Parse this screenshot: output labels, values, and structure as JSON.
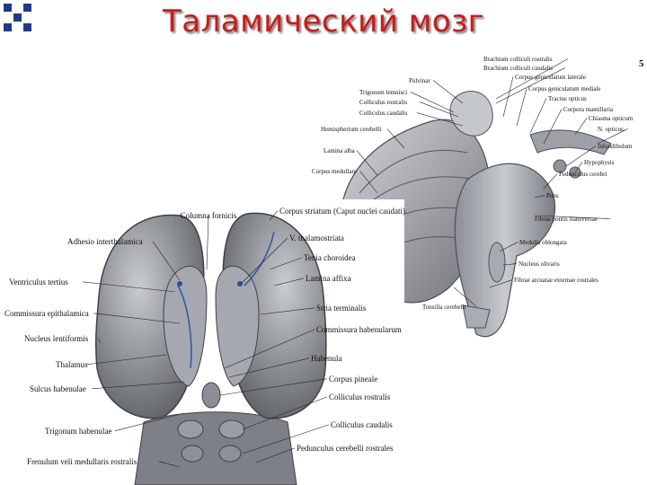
{
  "slide": {
    "title": "Таламический мозг"
  },
  "brainstem_figure": {
    "page_number": "5",
    "labels": [
      "Brachium colliculi rostralis",
      "Brachium colliculi caudalis",
      "Pulvinar",
      "Corpus geniculatum laterale",
      "Corpus geniculatum mediale",
      "Trigonum lemnisci",
      "Colliculus rostralis",
      "Tractus opticus",
      "Colliculus caudalis",
      "Corpora mamillaria",
      "Chiasma opticum",
      "N. opticus",
      "Hemispherium cerebelli",
      "Infundibulum",
      "Hypophysis",
      "Lamina alba",
      "Pedunculus cerebri",
      "Corpus medullare",
      "Pons",
      "Fibrae pontis transversae",
      "Medulla oblongata",
      "Nucleus olivaris",
      "Fibrae arcuatae externae rostrales",
      "Tonsilla cerebelli"
    ]
  },
  "thalamus_figure": {
    "labels": [
      "Columna fornicis",
      "Corpus striatum (Caput nuclei caudati)",
      "Adhesio interthalamica",
      "V. thalamostriata",
      "Tenia choroidea",
      "Ventriculus tertius",
      "Lamina affixa",
      "Commissura epithalamica",
      "Stria terminalis",
      "Nucleus lentiformis",
      "Commissura habenularum",
      "Thalamus",
      "Habenula",
      "Sulcus habenulae",
      "Corpus pineale",
      "Colliculus rostralis",
      "Colliculus caudalis",
      "Trigonum habenulae",
      "Pedunculus cerebelli rostrales",
      "Frenulum veli medullaris rostralis"
    ]
  },
  "colors": {
    "title": "#cc1a1a",
    "bullet": "#1f3a8a",
    "tissue_dark": "#6b6e73",
    "tissue_light": "#b9bcc2"
  }
}
